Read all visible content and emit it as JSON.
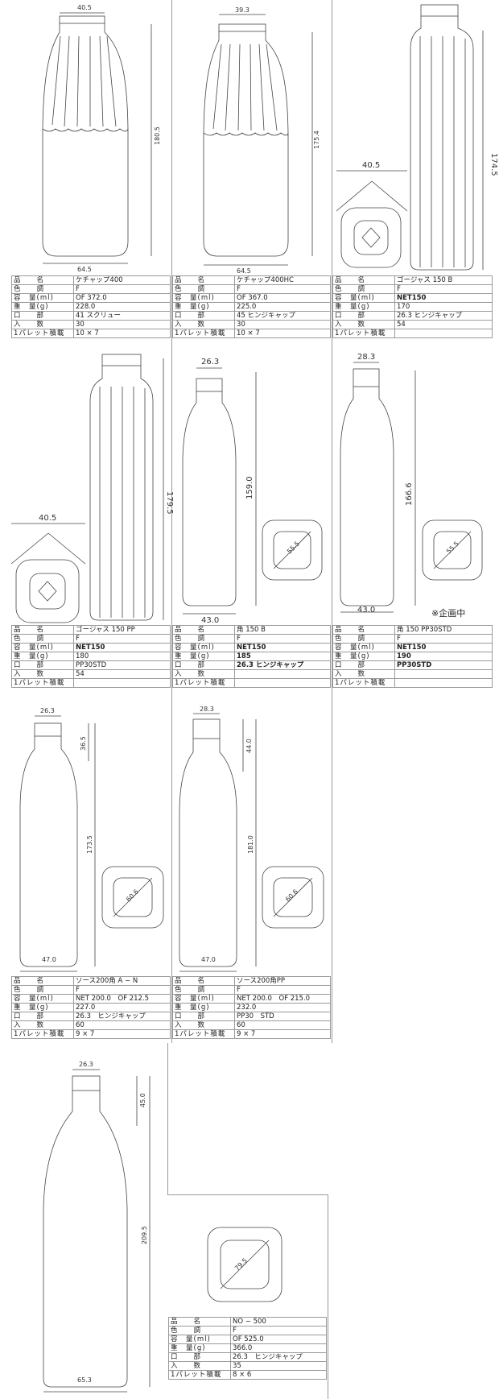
{
  "field_labels": {
    "name": "品　　名",
    "color": "色　　調",
    "capacity": "容　量(ml)",
    "weight": "重　量(g)",
    "mouth": "口　　部",
    "quantity": "入　　数",
    "pallet": "1パレット積載"
  },
  "products": [
    {
      "name": "ケチャップ400",
      "color": "F",
      "capacity": "OF 372.0",
      "weight": "228.0",
      "mouth": "41 スクリュー",
      "quantity": "30",
      "pallet": "10 × 7",
      "dims": {
        "top": "40.5",
        "height": "180.5",
        "bottom": "64.5"
      }
    },
    {
      "name": "ケチャップ400HC",
      "color": "F",
      "capacity": "OF 367.0",
      "weight": "225.0",
      "mouth": "45 ヒンジキャップ",
      "quantity": "30",
      "pallet": "10 × 7",
      "dims": {
        "top": "39.3",
        "height": "175.4",
        "bottom": "64.5"
      }
    },
    {
      "name": "ゴージャス 150 B",
      "color": "F",
      "capacity": "NET150",
      "weight": "170",
      "mouth": "26.3 ヒンジキャップ",
      "quantity": "54",
      "pallet": "",
      "dims": {
        "square": "40.5",
        "height": "174.5"
      }
    },
    {
      "name": "ゴージャス 150 PP",
      "color": "F",
      "capacity": "NET150",
      "weight": "180",
      "mouth": "PP30STD",
      "quantity": "54",
      "pallet": "",
      "dims": {
        "square": "40.5",
        "height": "179.5"
      }
    },
    {
      "name": "角 150 B",
      "color": "F",
      "capacity": "NET150",
      "weight": "185",
      "mouth": "26.3 ヒンジキャップ",
      "quantity": "",
      "pallet": "",
      "dims": {
        "top": "26.3",
        "height": "159.0",
        "bottom": "43.0",
        "diag": "55.5"
      }
    },
    {
      "name": "角 150 PP30STD",
      "color": "F",
      "capacity": "NET150",
      "weight": "190",
      "mouth": "PP30STD",
      "quantity": "",
      "pallet": "",
      "dims": {
        "top": "28.3",
        "height": "166.6",
        "bottom": "43.0",
        "diag": "55.5"
      }
    },
    {
      "name": "ソース200角 A − N",
      "color": "F",
      "capacity": "NET 200.0　OF 212.5",
      "weight": "227.0",
      "mouth": "26.3　ヒンジキャップ",
      "quantity": "60",
      "pallet": "9 × 7",
      "dims": {
        "top": "26.3",
        "neck": "36.5",
        "height": "173.5",
        "bottom": "47.0",
        "diag": "60.6"
      }
    },
    {
      "name": "ソース200角PP",
      "color": "F",
      "capacity": "NET 200.0　OF 215.0",
      "weight": "232.0",
      "mouth": "PP30　STD",
      "quantity": "60",
      "pallet": "9 × 7",
      "dims": {
        "top": "28.3",
        "neck": "44.0",
        "height": "181.0",
        "bottom": "47.0",
        "diag": "60.6"
      }
    },
    {
      "name": "NO − 500",
      "color": "F",
      "capacity": "OF 525.0",
      "weight": "366.0",
      "mouth": "26.3　ヒンジキャップ",
      "quantity": "35",
      "pallet": "8 × 6",
      "dims": {
        "top": "26.3",
        "neck": "45.0",
        "height": "209.5",
        "bottom": "65.3",
        "diag": "79.5"
      }
    }
  ],
  "notes": {
    "planning": "※企画中"
  }
}
